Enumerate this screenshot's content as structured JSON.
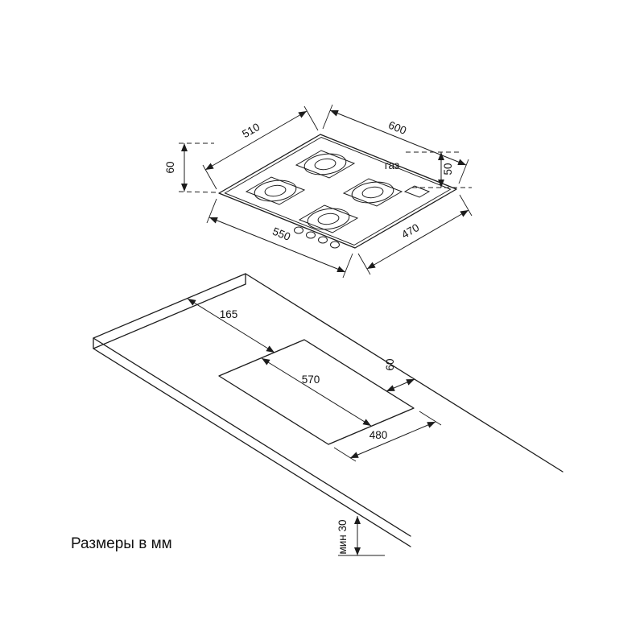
{
  "caption": "Размеры в мм",
  "ink_color": "#1c1c1c",
  "hob_view": {
    "edge_top_left": "510",
    "edge_top_right": "600",
    "height_left": "60",
    "gas_label": "газ",
    "gas_height": "50",
    "edge_bottom_left": "550",
    "edge_bottom_right": "470"
  },
  "worktop_view": {
    "front_inset": "165",
    "cutout_width": "570",
    "rear_inset": "60",
    "cutout_depth": "480",
    "min_clearance": "мин 30"
  }
}
